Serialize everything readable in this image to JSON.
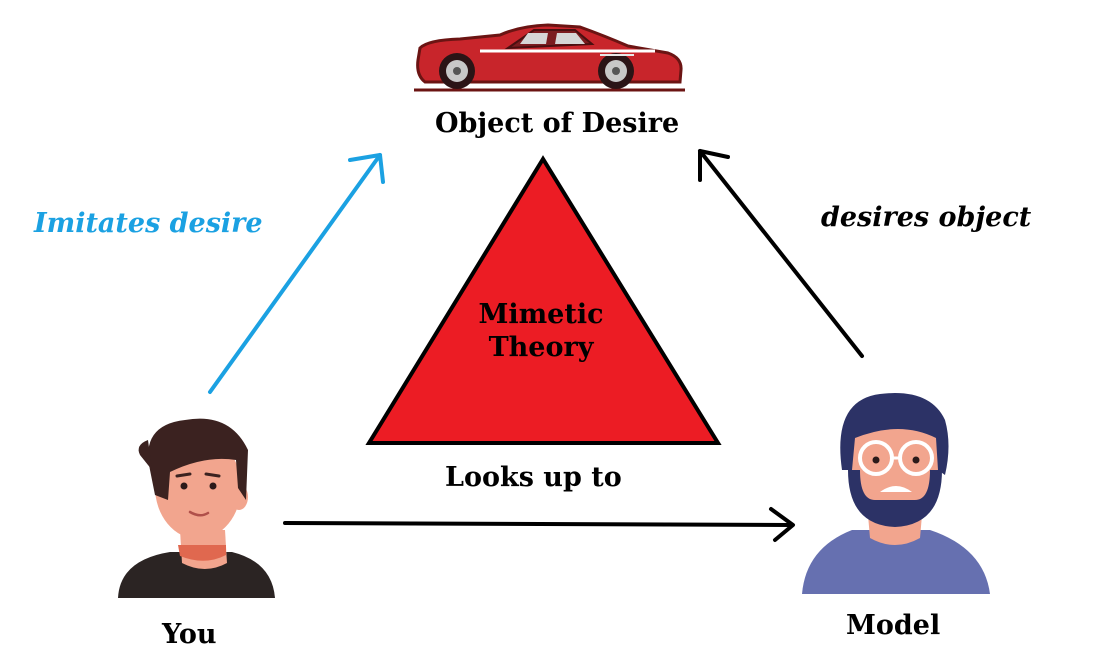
{
  "colors": {
    "triangle": "#ec1c24",
    "imitates_arrow": "#1ba1e2",
    "imitates_text": "#1ba1e2",
    "arrow_default": "#000000",
    "car_body": "#c8252b",
    "model_shirt": "#6670b0",
    "skin": "#f2a58e",
    "hair_you": "#3b2220",
    "hair_model": "#2c3266"
  },
  "labels": {
    "object_of_desire": "Object of Desire",
    "imitates_desire": "Imitates desire",
    "desires_object": "desires object",
    "looks_up_to": "Looks up to",
    "you": "You",
    "model": "Model",
    "center_line1": "Mimetic",
    "center_line2": "Theory"
  },
  "icons": {
    "object": "red-sports-car-icon",
    "you": "young-man-avatar-icon",
    "model": "bearded-man-with-glasses-avatar-icon"
  }
}
